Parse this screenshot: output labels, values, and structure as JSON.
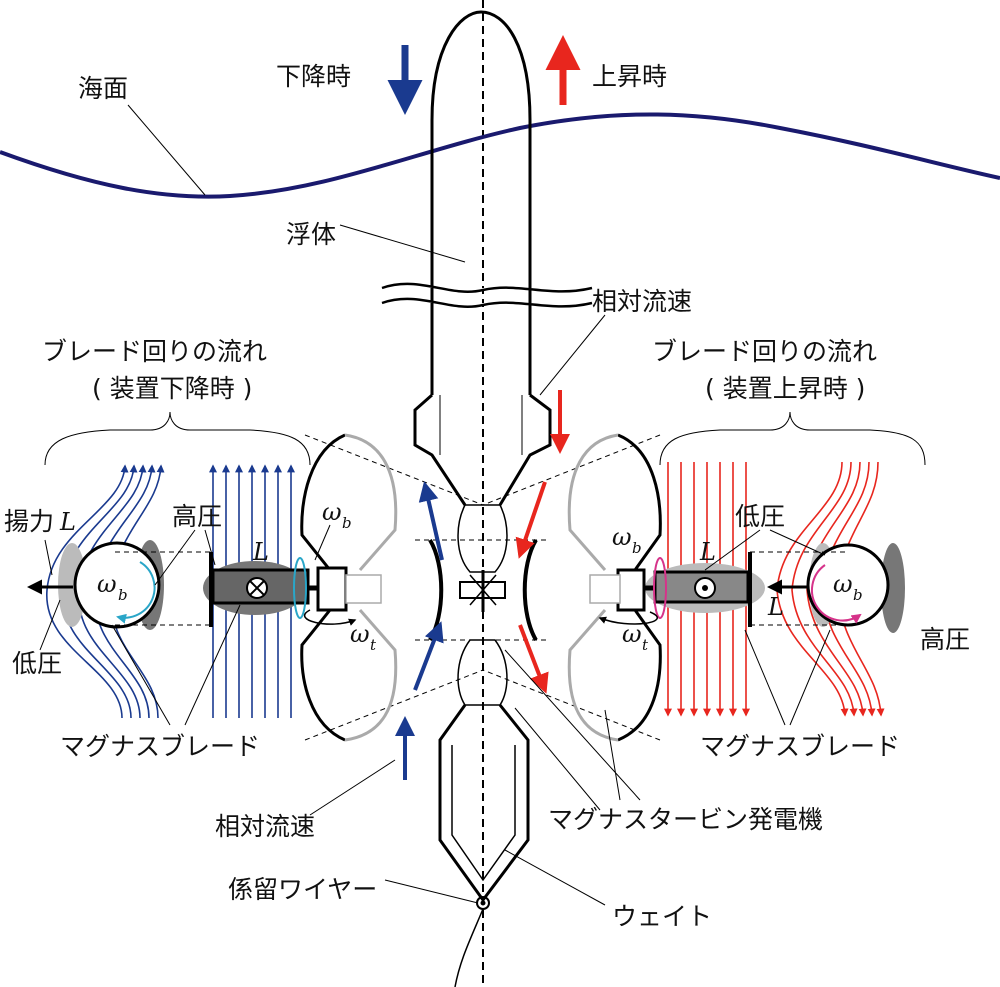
{
  "labels": {
    "sea_surface": "海面",
    "descending": "下降時",
    "ascending": "上昇時",
    "float_body": "浮体",
    "relative_flow_top": "相対流速",
    "flow_left_title": "ブレード回りの流れ",
    "flow_left_sub": "( 装置下降時 )",
    "flow_right_title": "ブレード回りの流れ",
    "flow_right_sub": "( 装置上昇時 )",
    "lift_left": "揚力",
    "lift_symbol": "L",
    "high_pressure_left": "高圧",
    "low_pressure_left": "低圧",
    "low_pressure_right": "低圧",
    "high_pressure_right": "高圧",
    "magnus_blade_left": "マグナスブレード",
    "magnus_blade_right": "マグナスブレード",
    "relative_flow_bottom": "相対流速",
    "magnus_turbine": "マグナスタービン発電機",
    "mooring_wire": "係留ワイヤー",
    "weight": "ウェイト",
    "omega": "ω",
    "sub_b": "b",
    "sub_t": "t"
  },
  "colors": {
    "descent": "#1a3a8f",
    "ascent": "#e8261e",
    "sea": "#1a1a6e",
    "rotation_left": "#2aa6c8",
    "rotation_right": "#d6338a"
  }
}
